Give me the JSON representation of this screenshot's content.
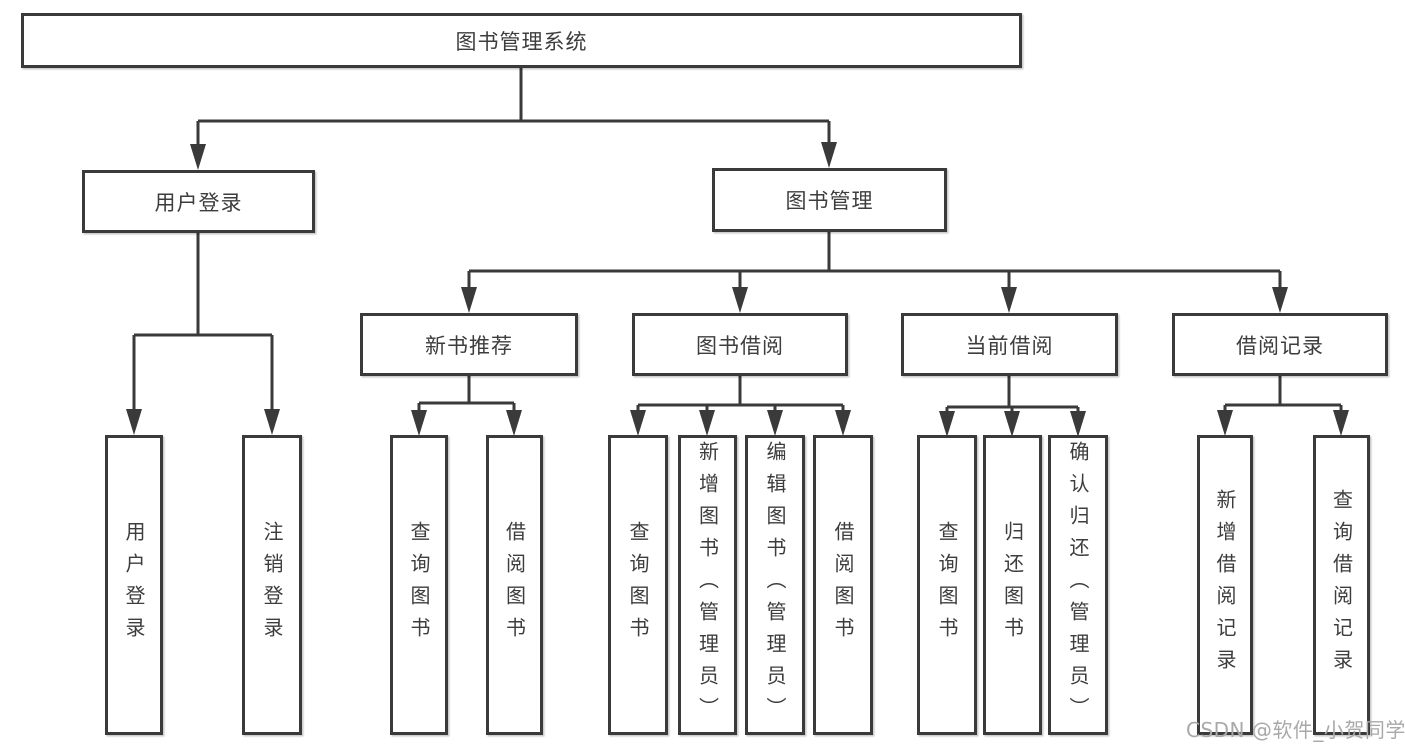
{
  "tree": {
    "label": "图书管理系统",
    "children": [
      {
        "label": "用户登录",
        "children": [
          {
            "label": "用户登录"
          },
          {
            "label": "注销登录"
          }
        ]
      },
      {
        "label": "图书管理",
        "children": [
          {
            "label": "新书推荐",
            "children": [
              {
                "label": "查询图书"
              },
              {
                "label": "借阅图书"
              }
            ]
          },
          {
            "label": "图书借阅",
            "children": [
              {
                "label": "查询图书"
              },
              {
                "label": "新增图书（管理员）"
              },
              {
                "label": "编辑图书（管理员）"
              },
              {
                "label": "借阅图书"
              }
            ]
          },
          {
            "label": "当前借阅",
            "children": [
              {
                "label": "查询图书"
              },
              {
                "label": "归还图书"
              },
              {
                "label": "确认归还（管理员）"
              }
            ]
          },
          {
            "label": "借阅记录",
            "children": [
              {
                "label": "新增借阅记录"
              },
              {
                "label": "查询借阅记录"
              }
            ]
          }
        ]
      }
    ]
  },
  "watermark": "CSDN @软件_小贺同学",
  "colors": {
    "line": "#3a3a3a",
    "box_border": "#3a3a3a",
    "text": "#3d3d3d",
    "watermark": "#a9a9a9",
    "background": "#ffffff"
  }
}
